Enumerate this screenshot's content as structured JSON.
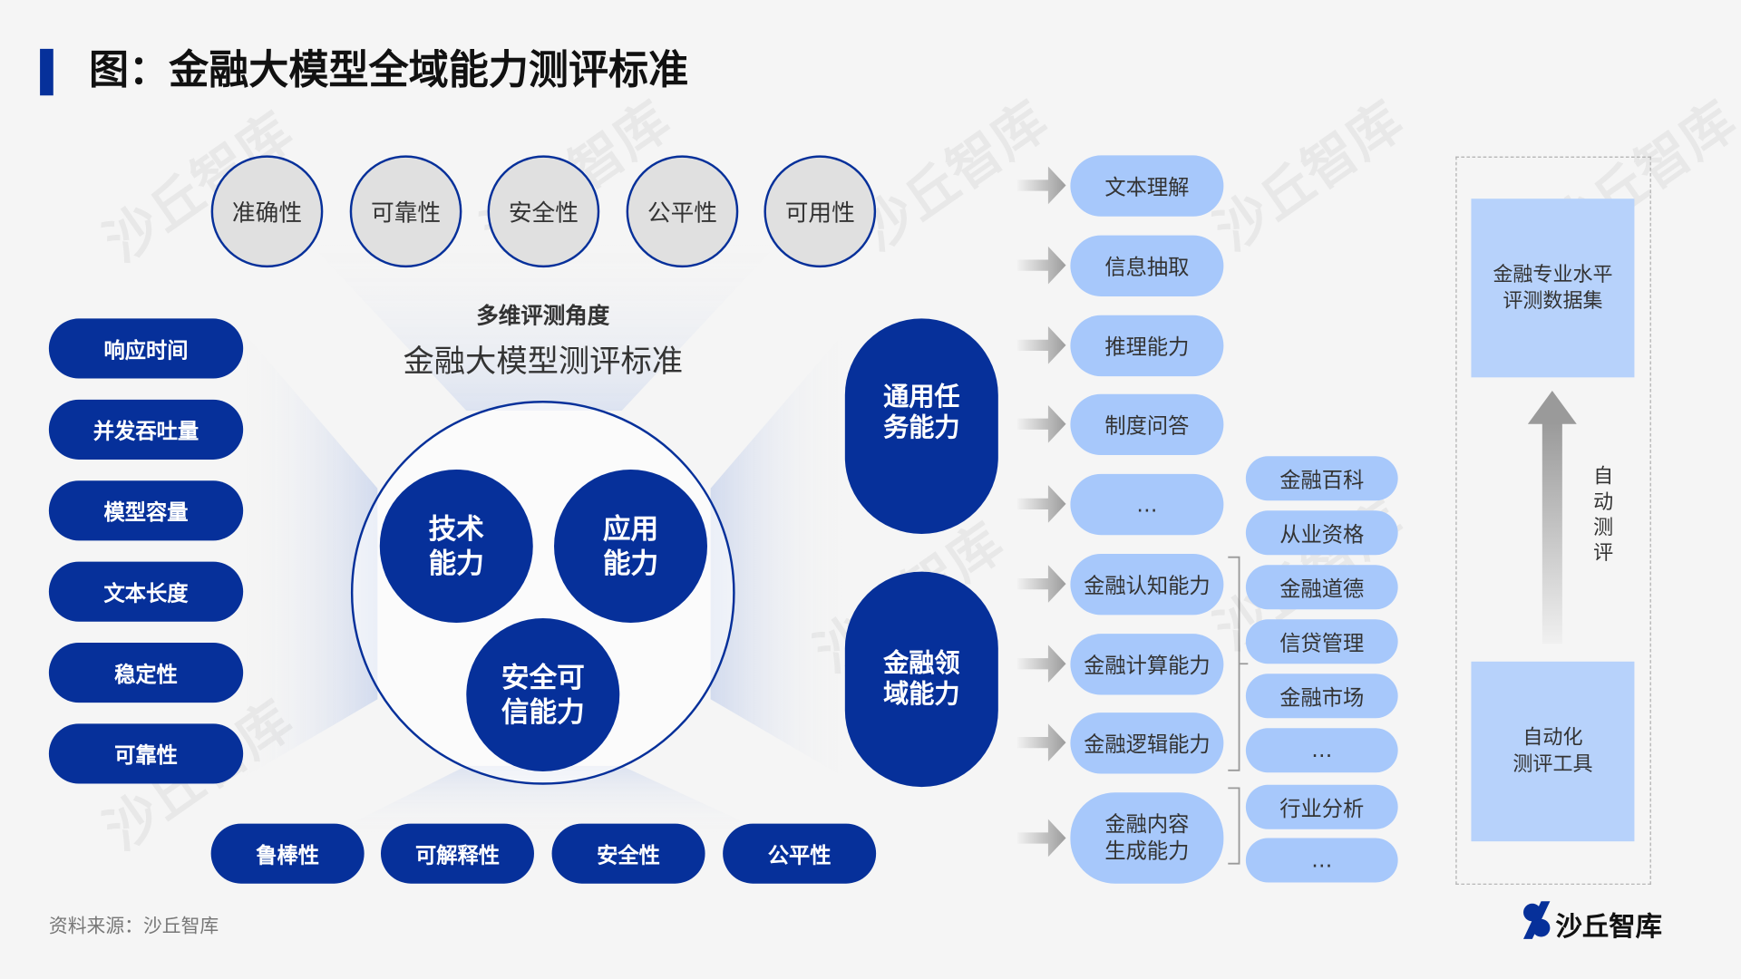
{
  "title": "图：金融大模型全域能力测评标准",
  "colors": {
    "dark_blue": "#06309a",
    "light_blue": "#a7c8fb",
    "panel_blue": "#b7d2fb",
    "background": "#f5f5f5"
  },
  "top_circles": [
    "准确性",
    "可靠性",
    "安全性",
    "公平性",
    "可用性"
  ],
  "center": {
    "subtitle": "多维评测角度",
    "heading": "金融大模型测评标准",
    "inner": [
      "技术\n能力",
      "应用\n能力",
      "安全可\n信能力"
    ]
  },
  "left_pills": [
    "响应时间",
    "并发吞吐量",
    "模型容量",
    "文本长度",
    "稳定性",
    "可靠性"
  ],
  "bottom_pills": [
    "鲁棒性",
    "可解释性",
    "安全性",
    "公平性"
  ],
  "categories": [
    "通用任\n务能力",
    "金融领\n域能力"
  ],
  "tasks": [
    "文本理解",
    "信息抽取",
    "推理能力",
    "制度问答",
    "…",
    "金融认知能力",
    "金融计算能力",
    "金融逻辑能力",
    "金融内容\n生成能力"
  ],
  "subtasks": [
    "金融百科",
    "从业资格",
    "金融道德",
    "信贷管理",
    "金融市场",
    "…",
    "行业分析",
    "…"
  ],
  "right_panel": {
    "dataset": "金融专业水平\n评测数据集",
    "tool": "自动化\n测评工具",
    "arrow_label": "自\n动\n测\n评"
  },
  "footer": {
    "source": "资料来源：沙丘智库",
    "logo_text": "沙丘智库"
  },
  "watermark": "沙丘智库"
}
